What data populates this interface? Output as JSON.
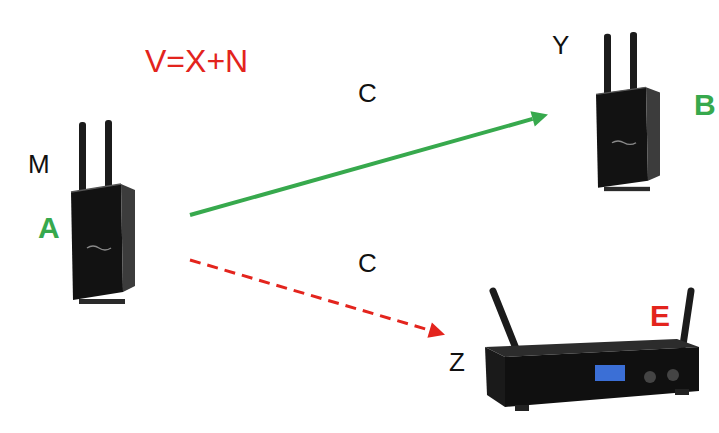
{
  "diagram": {
    "nodes": [
      {
        "text": [
          "M",
          "A"
        ]
      },
      {
        "text": [
          "Y",
          "B"
        ]
      },
      {
        "text": [
          "Z",
          "E"
        ]
      }
    ],
    "edges": [
      {
        "from": 0,
        "to": 1,
        "arrow": "to",
        "label": "C"
      },
      {
        "from": 0,
        "to": 2,
        "arrow": "to",
        "label": "C"
      }
    ],
    "labels": [
      "V=X+N"
    ]
  }
}
